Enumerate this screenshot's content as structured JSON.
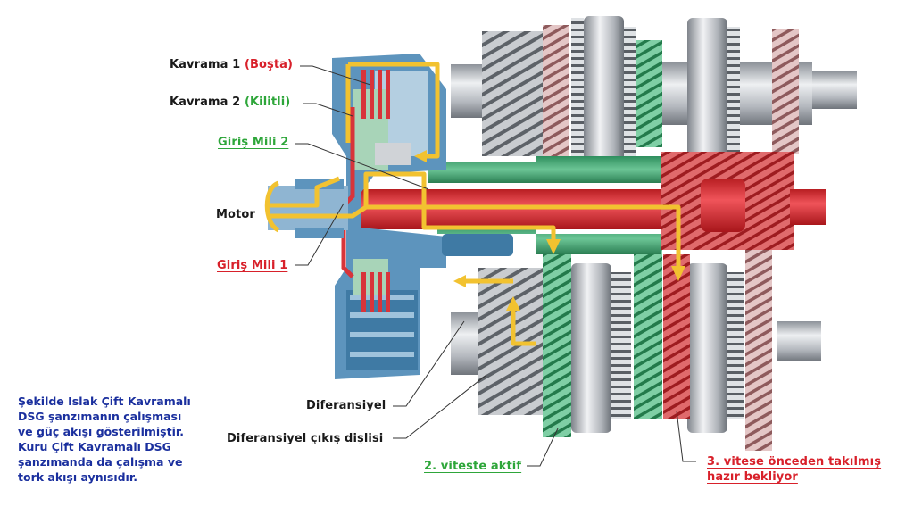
{
  "diagram": {
    "title": "DSG dual-clutch transmission power flow",
    "labels": {
      "clutch1_name": "Kavrama 1",
      "clutch1_state": "(Boşta)",
      "clutch2_name": "Kavrama 2",
      "clutch2_state": "(Kilitli)",
      "input_shaft_2": "Giriş Mili 2",
      "motor": "Motor",
      "input_shaft_1": "Giriş Mili 1",
      "differential": "Diferansiyel",
      "differential_output_gear": "Diferansiyel çıkış dişlisi",
      "gear2_active": "2. viteste aktif",
      "gear3_line1": "3. vitese önceden takılmış",
      "gear3_line2": "hazır bekliyor"
    },
    "description": [
      "Şekilde Islak Çift Kavramalı",
      "DSG şanzımanın çalışması",
      "ve güç akışı gösterilmiştir.",
      "Kuru Çift Kavramalı DSG",
      "şanzımanda da çalışma ve",
      "tork akışı aynısıdır."
    ],
    "colors": {
      "idle_red": "#d8202a",
      "locked_green": "#2ea63a",
      "description_blue": "#1a2f9e",
      "power_flow_yellow": "#f2c230",
      "housing_blue": "#4a86b0",
      "steel_gray": "#b8bcc2"
    }
  }
}
